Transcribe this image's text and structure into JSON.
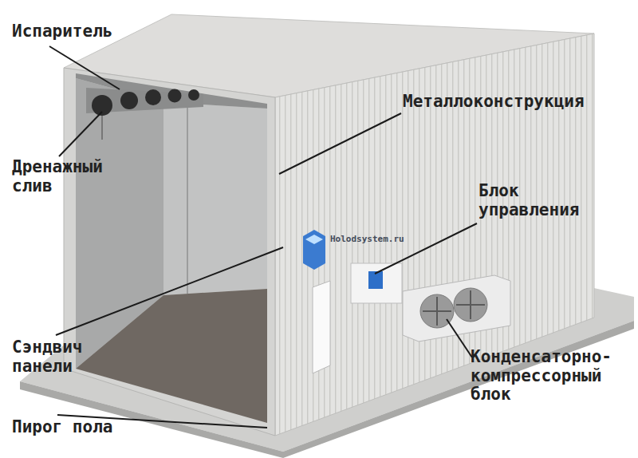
{
  "diagram": {
    "labels": [
      "Испаритель",
      "Дренажный слив",
      "Металлоконструкция",
      "Блок управления",
      "Сэндвич панели",
      "Конденсаторно-компрессорный блок",
      "Пирог пола",
      "Holodsystem.ru"
    ]
  }
}
